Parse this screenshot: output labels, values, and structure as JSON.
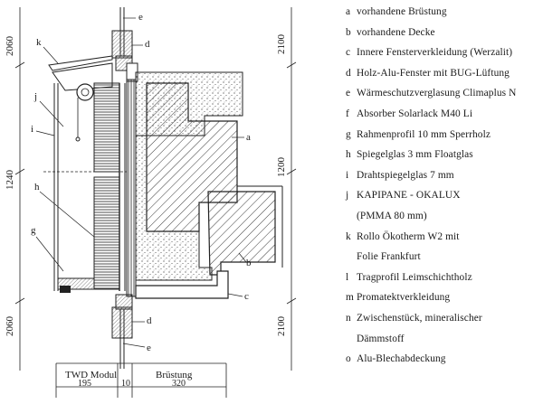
{
  "drawing": {
    "dims_left": [
      "2060",
      "1240",
      "2060"
    ],
    "dims_right": [
      "2100",
      "1200",
      "2100"
    ],
    "bottom_labels": {
      "twd_modul": "TWD Modul",
      "bruestung": "Brüstung",
      "w1": "195",
      "w2": "10",
      "w3": "320"
    },
    "callouts": [
      "e",
      "k",
      "d",
      "j",
      "i",
      "a",
      "h",
      "g",
      "b",
      "c",
      "d",
      "e"
    ]
  },
  "legend": [
    {
      "key": "a",
      "text": "vorhandene Brüstung"
    },
    {
      "key": "b",
      "text": "vorhandene Decke"
    },
    {
      "key": "c",
      "text": "Innere Fensterverkleidung (Werzalit)"
    },
    {
      "key": "d",
      "text": "Holz-Alu-Fenster mit BUG-Lüftung"
    },
    {
      "key": "e",
      "text": "Wärmeschutzverglasung Climaplus N"
    },
    {
      "key": "f",
      "text": "Absorber Solarlack M40 Li"
    },
    {
      "key": "g",
      "text": "Rahmenprofil 10 mm Sperrholz"
    },
    {
      "key": "h",
      "text": "Spiegelglas 3 mm Floatglas"
    },
    {
      "key": "i",
      "text": "Drahtspiegelglas 7 mm"
    },
    {
      "key": "j",
      "text": "KAPIPANE - OKALUX"
    },
    {
      "key": "",
      "text": "(PMMA 80 mm)"
    },
    {
      "key": "k",
      "text": "Rollo Ökotherm W2 mit"
    },
    {
      "key": "",
      "text": "Folie Frankfurt"
    },
    {
      "key": "l",
      "text": "Tragprofil Leimschichtholz"
    },
    {
      "key": "m",
      "text": "Promatektverkleidung"
    },
    {
      "key": "n",
      "text": "Zwischenstück, mineralischer"
    },
    {
      "key": "",
      "text": "Dämmstoff"
    },
    {
      "key": "o",
      "text": "Alu-Blechabdeckung"
    }
  ]
}
